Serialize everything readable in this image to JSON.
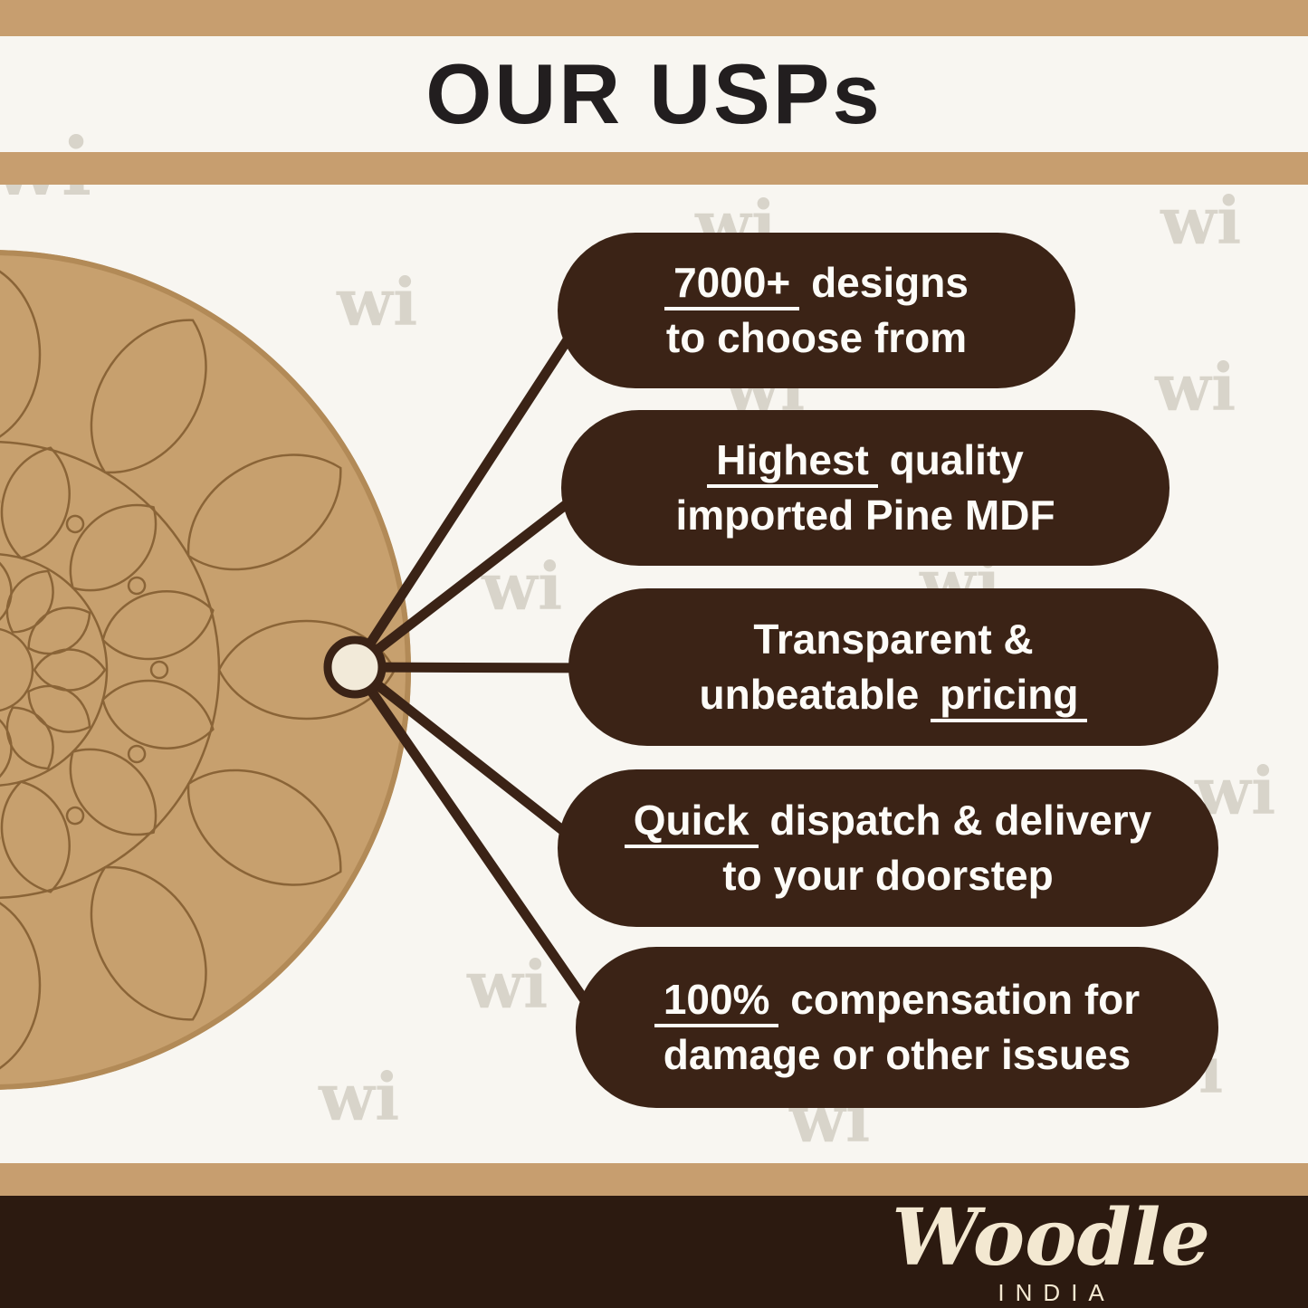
{
  "header": {
    "title": "OUR USPs"
  },
  "watermark": {
    "text": "wi"
  },
  "usps": [
    {
      "line1_pre": "",
      "line1_underline": "7000+",
      "line1_post": " designs",
      "line2_pre": "to choose from",
      "line2_underline": "",
      "line2_post": ""
    },
    {
      "line1_pre": "",
      "line1_underline": "Highest",
      "line1_post": " quality",
      "line2_pre": "imported Pine MDF",
      "line2_underline": "",
      "line2_post": ""
    },
    {
      "line1_pre": "Transparent &",
      "line1_underline": "",
      "line1_post": "",
      "line2_pre": "unbeatable ",
      "line2_underline": "pricing",
      "line2_post": ""
    },
    {
      "line1_pre": "",
      "line1_underline": "Quick",
      "line1_post": " dispatch & delivery",
      "line2_pre": "to your doorstep",
      "line2_underline": "",
      "line2_post": ""
    },
    {
      "line1_pre": "",
      "line1_underline": "100%",
      "line1_post": " compensation for",
      "line2_pre": "damage or other issues",
      "line2_underline": "",
      "line2_post": ""
    }
  ],
  "footer": {
    "brand": "Woodle",
    "country": "INDIA"
  },
  "colors": {
    "band_tan": "#c79e6f",
    "pill_brown": "#3b2316",
    "footer_brown": "#2c1a10",
    "wood": "#c7a06e",
    "engraving": "#8a6437",
    "pill_text": "#fdfcf8",
    "watermark_gray": "#d8d4ca"
  }
}
